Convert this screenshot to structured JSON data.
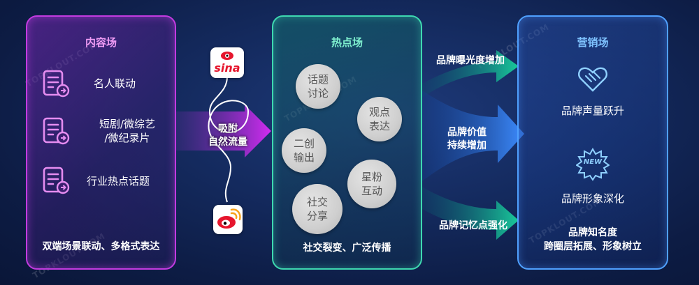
{
  "left_panel": {
    "title": "内容场",
    "items": [
      {
        "label_line1": "名人联动",
        "label_line2": ""
      },
      {
        "label_line1": "短剧/微综艺",
        "label_line2": "/微纪录片"
      },
      {
        "label_line1": "行业热点话题",
        "label_line2": ""
      }
    ],
    "footer": "双端场景联动、多格式表达"
  },
  "connector": {
    "label_line1": "吸附",
    "label_line2": "自然流量",
    "top_logo_text": "sina",
    "bottom_logo": "weibo-logo"
  },
  "mid_panel": {
    "title": "热点场",
    "bubbles": [
      {
        "line1": "话题",
        "line2": "讨论"
      },
      {
        "line1": "观点",
        "line2": "表达"
      },
      {
        "line1": "二创",
        "line2": "输出"
      },
      {
        "line1": "星粉",
        "line2": "互动"
      },
      {
        "line1": "社交",
        "line2": "分享"
      }
    ],
    "footer": "社交裂变、广泛传播"
  },
  "arrows": {
    "top": "品牌曝光度增加",
    "middle_line1": "品牌价值",
    "middle_line2": "持续增加",
    "bottom": "品牌记忆点强化"
  },
  "right_panel": {
    "title": "营销场",
    "items": [
      {
        "label": "品牌声量跃升",
        "icon": "heart-handshake-icon"
      },
      {
        "label": "品牌形象深化",
        "icon": "new-badge-icon",
        "badge_text": "NEW"
      }
    ],
    "footer_line1": "品牌知名度",
    "footer_line2": "跨圈层拓展、形象树立"
  },
  "watermark": "TOPKLOUT.COM",
  "colors": {
    "left_border": "#c33be0",
    "mid_border": "#3ed8b0",
    "right_border": "#4fa0ff"
  }
}
